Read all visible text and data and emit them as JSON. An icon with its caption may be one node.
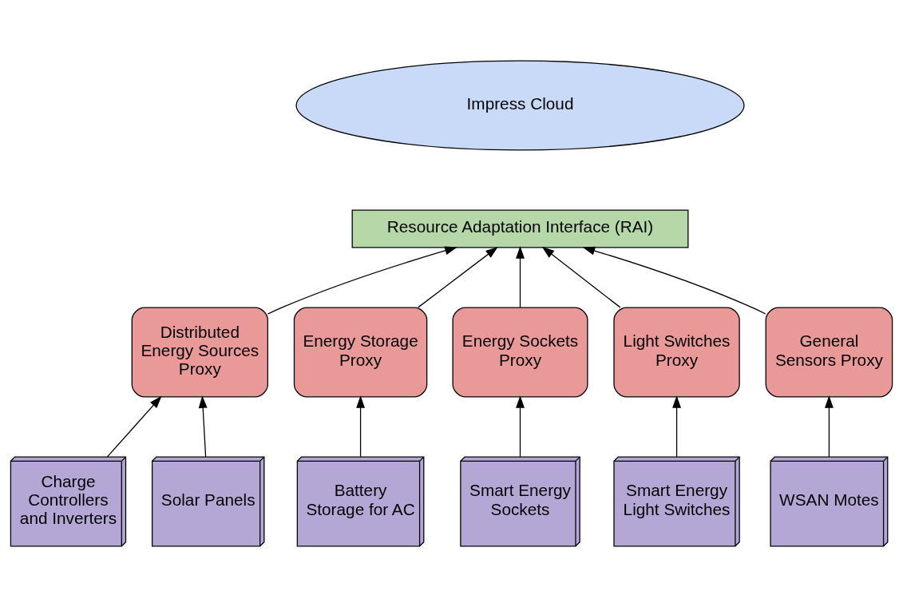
{
  "diagram": {
    "nodes": [
      {
        "text": [
          "Impress Cloud"
        ]
      },
      {
        "text": [
          "Resource Adaptation Interface (RAI)"
        ]
      },
      {
        "text": [
          "Distributed Energy Sources Proxy"
        ]
      },
      {
        "text": [
          "Energy Storage Proxy"
        ]
      },
      {
        "text": [
          "Energy Sockets Proxy"
        ]
      },
      {
        "text": [
          "Light Switches Proxy"
        ]
      },
      {
        "text": [
          "General Sensors Proxy"
        ]
      },
      {
        "text": [
          "Charge Controllers and Inverters"
        ]
      },
      {
        "text": [
          "Solar Panels"
        ]
      },
      {
        "text": [
          "Battery Storage for AC"
        ]
      },
      {
        "text": [
          "Smart Energy Sockets"
        ]
      },
      {
        "text": [
          "Smart Energy Light Switches"
        ]
      },
      {
        "text": [
          "WSAN Motes"
        ]
      }
    ],
    "edges": [
      {
        "from": 2,
        "to": 1,
        "arrow": "to"
      },
      {
        "from": 3,
        "to": 1,
        "arrow": "to"
      },
      {
        "from": 4,
        "to": 1,
        "arrow": "to"
      },
      {
        "from": 5,
        "to": 1,
        "arrow": "to"
      },
      {
        "from": 6,
        "to": 1,
        "arrow": "to"
      },
      {
        "from": 7,
        "to": 2,
        "arrow": "to"
      },
      {
        "from": 8,
        "to": 2,
        "arrow": "to"
      },
      {
        "from": 9,
        "to": 3,
        "arrow": "to"
      },
      {
        "from": 10,
        "to": 4,
        "arrow": "to"
      },
      {
        "from": 11,
        "to": 5,
        "arrow": "to"
      },
      {
        "from": 12,
        "to": 6,
        "arrow": "to"
      }
    ]
  }
}
